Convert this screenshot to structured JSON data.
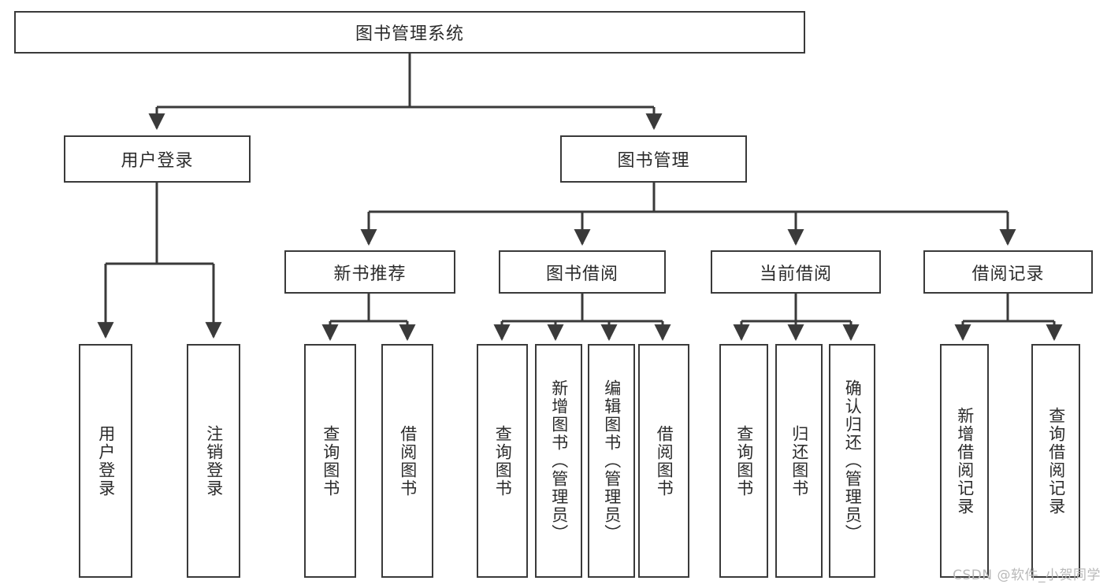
{
  "diagram": {
    "type": "tree-hierarchy",
    "title": "图书管理系统",
    "root": {
      "id": "root",
      "label": "图书管理系统"
    },
    "level2": [
      {
        "id": "user-login",
        "label": "用户登录"
      },
      {
        "id": "book-manage",
        "label": "图书管理"
      }
    ],
    "level3": [
      {
        "id": "new-book-rec",
        "label": "新书推荐",
        "parent": "book-manage"
      },
      {
        "id": "book-borrow",
        "label": "图书借阅",
        "parent": "book-manage"
      },
      {
        "id": "current-borrow",
        "label": "当前借阅",
        "parent": "book-manage"
      },
      {
        "id": "borrow-record",
        "label": "借阅记录",
        "parent": "book-manage"
      }
    ],
    "leaves": [
      {
        "id": "leaf-user-login",
        "label": "用户登录",
        "parent": "user-login"
      },
      {
        "id": "leaf-user-logout",
        "label": "注销登录",
        "parent": "user-login"
      },
      {
        "id": "leaf-query-book-1",
        "label": "查询图书",
        "parent": "new-book-rec"
      },
      {
        "id": "leaf-borrow-book-1",
        "label": "借阅图书",
        "parent": "new-book-rec"
      },
      {
        "id": "leaf-query-book-2",
        "label": "查询图书",
        "parent": "book-borrow"
      },
      {
        "id": "leaf-add-book",
        "label": "新增图书（管理员）",
        "parent": "book-borrow"
      },
      {
        "id": "leaf-edit-book",
        "label": "编辑图书（管理员）",
        "parent": "book-borrow"
      },
      {
        "id": "leaf-borrow-book-2",
        "label": "借阅图书",
        "parent": "book-borrow"
      },
      {
        "id": "leaf-query-book-3",
        "label": "查询图书",
        "parent": "current-borrow"
      },
      {
        "id": "leaf-return-book",
        "label": "归还图书",
        "parent": "current-borrow"
      },
      {
        "id": "leaf-confirm-return",
        "label": "确认归还（管理员）",
        "parent": "current-borrow"
      },
      {
        "id": "leaf-add-record",
        "label": "新增借阅记录",
        "parent": "borrow-record"
      },
      {
        "id": "leaf-query-record",
        "label": "查询借阅记录",
        "parent": "borrow-record"
      }
    ],
    "colors": {
      "background": "#ffffff",
      "box_border": "#3a3a3a",
      "box_fill": "#ffffff",
      "text": "#2b2b2b",
      "connector": "#3a3a3a",
      "watermark": "#b9b9b9"
    }
  },
  "watermark": {
    "text": "CSDN @软件_小贺同学"
  }
}
